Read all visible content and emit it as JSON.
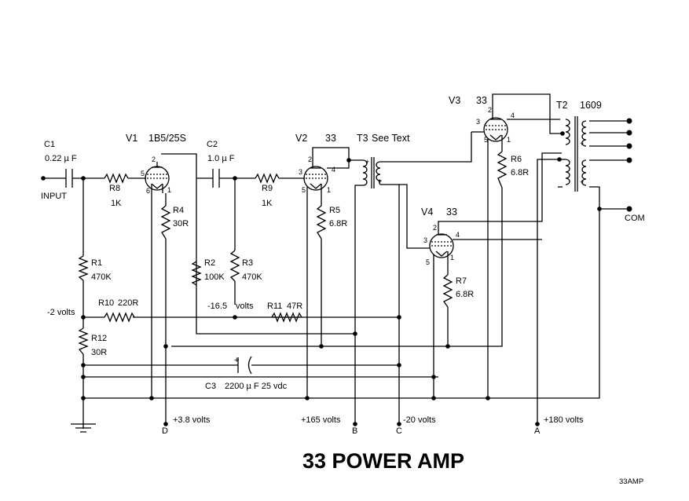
{
  "title": "33 POWER AMP",
  "reference": "33AMP",
  "components": {
    "C1": {
      "name": "C1",
      "value": "0.22 µ F",
      "input": "INPUT"
    },
    "C2": {
      "name": "C2",
      "value": "1.0 µ F"
    },
    "C3": {
      "name": "C3",
      "value": "2200 µ F 25 vdc"
    },
    "V1": {
      "name": "V1",
      "type": "1B5/25S"
    },
    "V2": {
      "name": "V2",
      "type": "33"
    },
    "V3": {
      "name": "V3",
      "type": "33"
    },
    "V4": {
      "name": "V4",
      "type": "33"
    },
    "T2": {
      "name": "T2",
      "type": "1609"
    },
    "T3": {
      "name": "T3",
      "type": "See Text"
    },
    "R1": {
      "name": "R1",
      "value": "470K"
    },
    "R2": {
      "name": "R2",
      "value": "100K"
    },
    "R3": {
      "name": "R3",
      "value": "470K"
    },
    "R4": {
      "name": "R4",
      "value": "30R"
    },
    "R5": {
      "name": "R5",
      "value": "6.8R"
    },
    "R6": {
      "name": "R6",
      "value": "6.8R"
    },
    "R7": {
      "name": "R7",
      "value": "6.8R"
    },
    "R8": {
      "name": "R8",
      "value": "1K"
    },
    "R9": {
      "name": "R9",
      "value": "1K"
    },
    "R10": {
      "name": "R10",
      "value": "220R"
    },
    "R11": {
      "name": "R11",
      "value": "47R"
    },
    "R12": {
      "name": "R12",
      "value": "30R"
    }
  },
  "voltages": {
    "bias_left": "-2 volts",
    "bias_mid": "-16.5",
    "bias_mid_unit": "volts",
    "D": {
      "value": "+3.8 volts",
      "terminal": "D"
    },
    "B": {
      "value": "+165 volts",
      "terminal": "B"
    },
    "C": {
      "value": "-20 volts",
      "terminal": "C"
    },
    "A": {
      "value": "+180 volts",
      "terminal": "A"
    }
  },
  "output_label": "COM",
  "pins": {
    "p1": "1",
    "p2": "2",
    "p3": "3",
    "p4": "4",
    "p5": "5",
    "p6": "6"
  }
}
